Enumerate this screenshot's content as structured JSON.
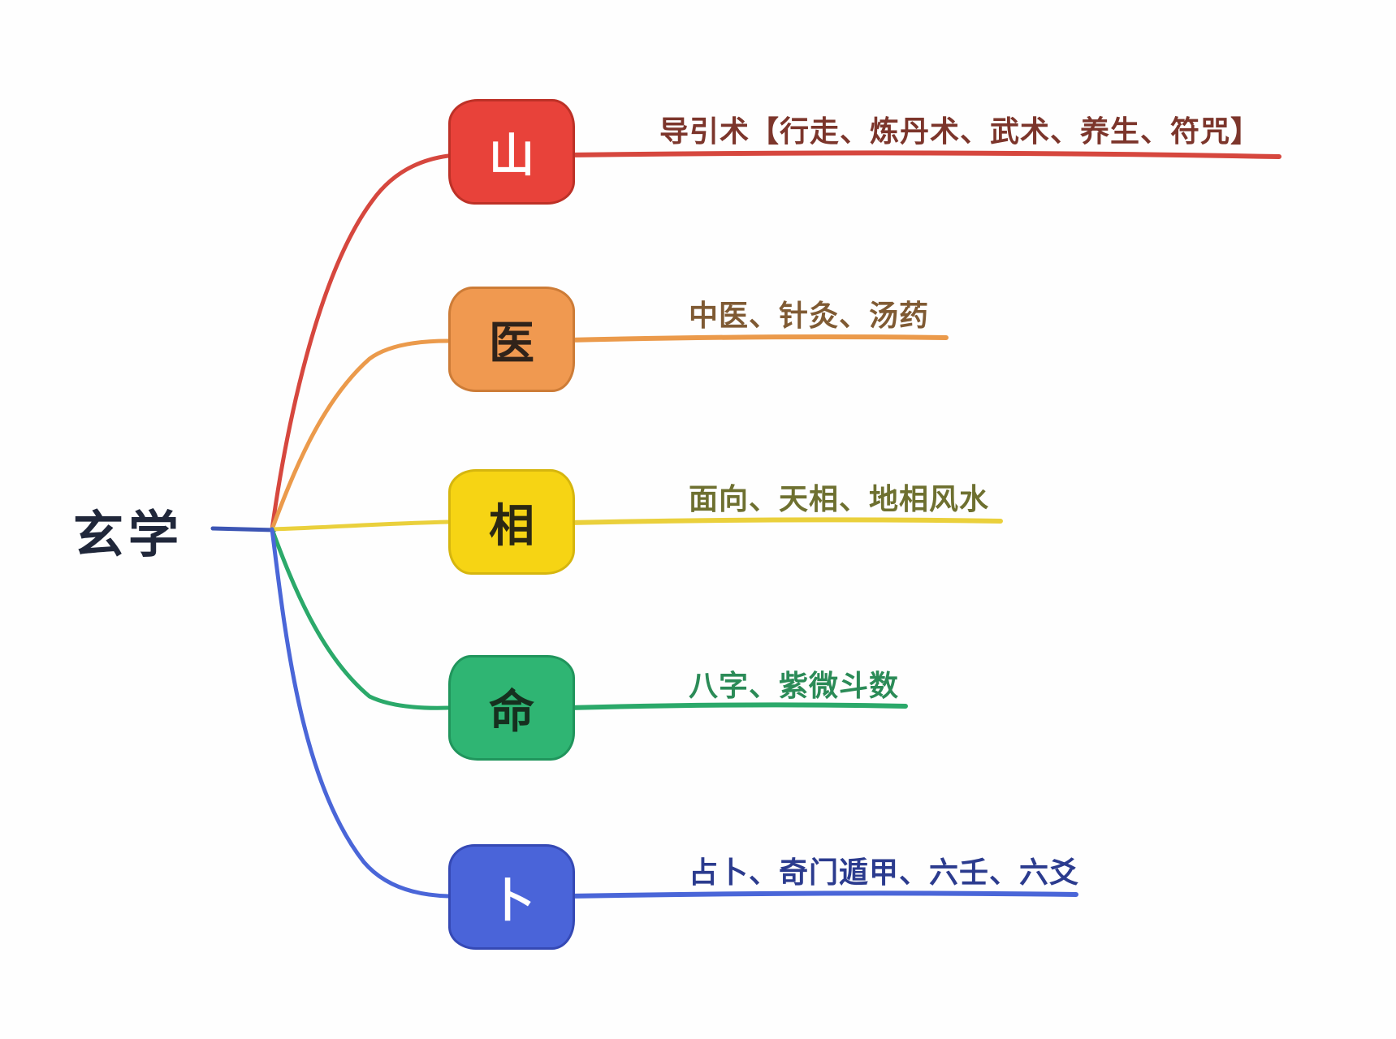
{
  "root": {
    "label": "玄学",
    "text_color": "#20273a",
    "connector_color": "#3c55b4"
  },
  "branches": [
    {
      "node_label": "山",
      "node_fill": "#e8423a",
      "node_border": "#bd3127",
      "node_text_color": "#ffffff",
      "line_color": "#d6473e",
      "label": "导引术【行走、炼丹术、武术、养生、符咒】",
      "label_color": "#7c352b"
    },
    {
      "node_label": "医",
      "node_fill": "#f09950",
      "node_border": "#cd7c37",
      "node_text_color": "#30231a",
      "line_color": "#eb9a4b",
      "label": "中医、针灸、汤药",
      "label_color": "#7f5a33"
    },
    {
      "node_label": "相",
      "node_fill": "#f6d414",
      "node_border": "#d6b60e",
      "node_text_color": "#2b2813",
      "line_color": "#ead03c",
      "label": "面向、天相、地相风水",
      "label_color": "#6e7030"
    },
    {
      "node_label": "命",
      "node_fill": "#2fb573",
      "node_border": "#20955c",
      "node_text_color": "#16301f",
      "line_color": "#2ba96a",
      "label": "八字、紫微斗数",
      "label_color": "#2b8b57"
    },
    {
      "node_label": "卜",
      "node_fill": "#4a64d9",
      "node_border": "#3549b5",
      "node_text_color": "#ffffff",
      "line_color": "#4a66d8",
      "label": "占卜、奇门遁甲、六壬、六爻",
      "label_color": "#2b3b8e"
    }
  ]
}
